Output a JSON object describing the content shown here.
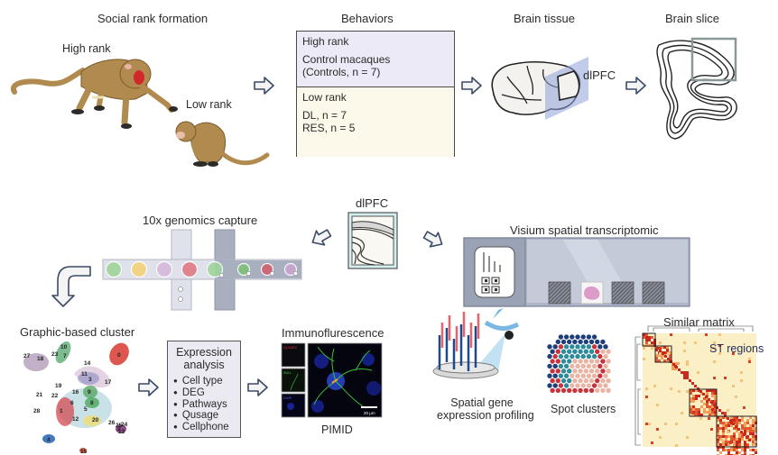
{
  "panels": {
    "social_rank": {
      "title": "Social rank formation",
      "high_label": "High rank",
      "low_label": "Low rank"
    },
    "behaviors": {
      "title": "Behaviors",
      "high": {
        "heading": "High rank",
        "line1": "Control macaques",
        "line2": "(Controls, n = 7)"
      },
      "low": {
        "heading": "Low rank",
        "line1": "DL, n = 7",
        "line2": "RES, n = 5"
      }
    },
    "brain_tissue": {
      "title": "Brain tissue",
      "region_label": "dlPFC"
    },
    "brain_slice": {
      "title": "Brain slice"
    },
    "dlpfc": {
      "title": "dlPFC"
    },
    "capture": {
      "title": "10x genomics capture",
      "droplet_colors": [
        "#9fd49a",
        "#f2d27a",
        "#d8b8dc",
        "#e07a86",
        "#9fd49a",
        "#7ec07a",
        "#d2616f",
        "#c9a4d0"
      ]
    },
    "visium": {
      "title": "Visium spatial transcriptomic"
    },
    "cluster": {
      "title": "Graphic-based cluster",
      "labels": [
        "0",
        "1",
        "2",
        "3",
        "4",
        "5",
        "6",
        "7",
        "8",
        "9",
        "10",
        "11",
        "12",
        "13",
        "14",
        "15",
        "16",
        "17",
        "18",
        "19",
        "20",
        "21",
        "22",
        "23",
        "24",
        "25",
        "26",
        "27",
        "28"
      ]
    },
    "expression": {
      "title_line1": "Expression",
      "title_line2": "analysis",
      "items": [
        "Cell type",
        "DEG",
        "Pathways",
        "Qusage",
        "Cellphone"
      ]
    },
    "immuno": {
      "title": "Immunoflurescence",
      "caption": "PIMID",
      "channels": [
        "IQGAP2",
        "IBA1",
        "DAPI"
      ],
      "scale_bar": "20 μm"
    },
    "spatial_profiling": {
      "line1": "Spatial gene",
      "line2": "expression profiling"
    },
    "spot_clusters": {
      "label": "Spot clusters"
    },
    "similar_matrix": {
      "title": "Similar matrix",
      "region_label": "ST regions"
    }
  },
  "colors": {
    "arrow_stroke": "#3a4a66",
    "monkey_fur": "#b08a4e",
    "plane_blue": "#8ea0d8",
    "spot_navy": "#1f3f7a",
    "spot_red": "#c8343c",
    "spot_teal": "#2f8b9a",
    "spot_peach": "#eab4a4",
    "matrix_bg": "#fbefc6",
    "matrix_hot": "#c8281e"
  }
}
